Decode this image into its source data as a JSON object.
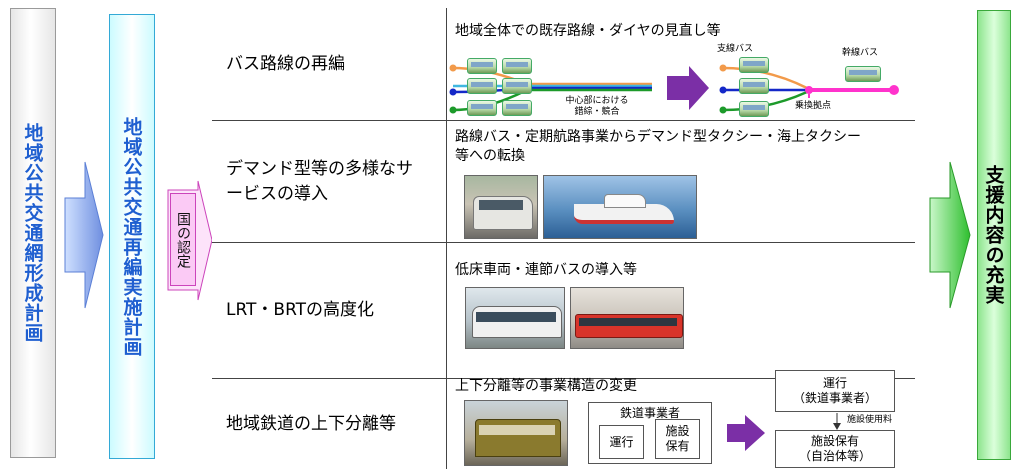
{
  "left_columns": {
    "plan_title": "地域公共交通網形成計画",
    "implementation_title": "地域公共交通再編実施計画",
    "approval_label": "国の認定"
  },
  "right_column": {
    "title": "支援内容の充実"
  },
  "rows": [
    {
      "label": "バス路線の再編",
      "content_title": "地域全体での既存路線・ダイヤの見直し等",
      "diagram": {
        "branch_bus": "支線バス",
        "trunk_bus": "幹線バス",
        "center_overlap": "中心部における錯綜・競合",
        "transfer_point": "乗換拠点"
      }
    },
    {
      "label": "デマンド型等の多様なサービスの導入",
      "content_title": "路線バス・定期航路事業からデマンド型タクシー・海上タクシー等への転換"
    },
    {
      "label": "LRT・BRTの高度化",
      "content_title": "低床車両・連節バスの導入等"
    },
    {
      "label": "地域鉄道の上下分離等",
      "content_title": "上下分離等の事業構造の変更",
      "diagram": {
        "railway_operator": "鉄道事業者",
        "operation": "運行",
        "facility_ownership": "施設保有",
        "after_operation": "運行",
        "after_operation_sub": "（鉄道事業者）",
        "facility_fee": "施設使用料",
        "after_facility": "施設保有",
        "after_facility_sub": "（自治体等）"
      }
    }
  ],
  "colors": {
    "plan_text": "#1f5fd0",
    "arrow_blue": "#5b7fd6",
    "arrow_purple": "#7b2fa6",
    "arrow_green": "#2fbf2f",
    "approval_pink": "#fbcaf5",
    "route_orange": "#f29a4a",
    "route_cyan": "#3fb7e0",
    "route_blue": "#1428c8",
    "route_green": "#1c9a2a",
    "hub_magenta": "#ff33cc"
  }
}
